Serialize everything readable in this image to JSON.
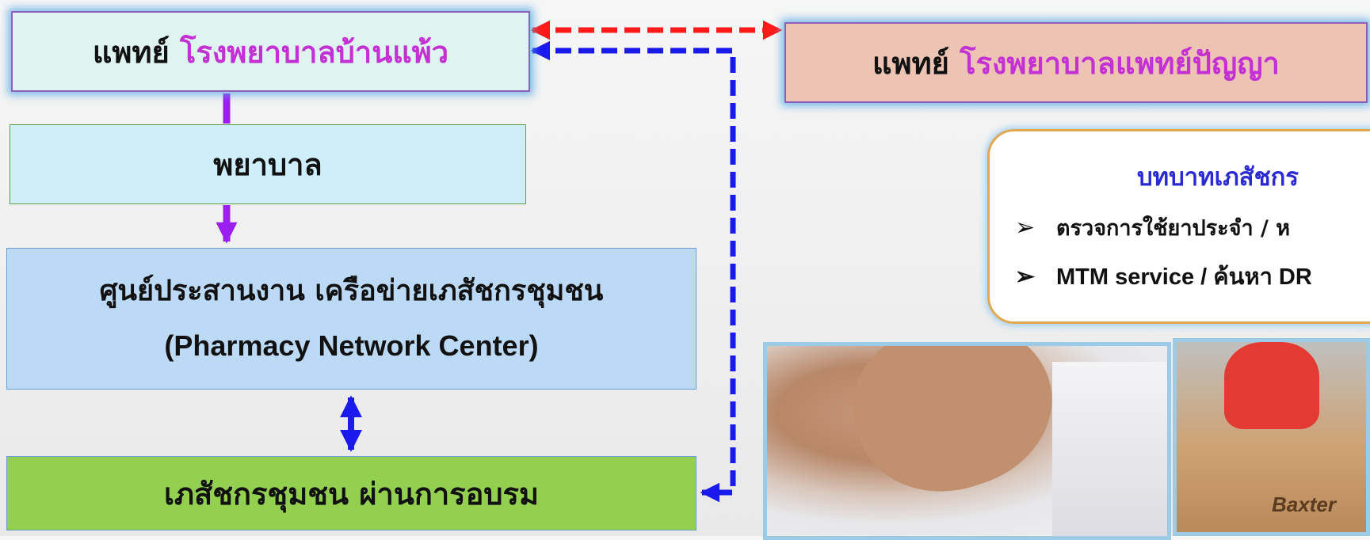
{
  "doctor_banpaeo": {
    "role": "แพทย์",
    "hospital": "โรงพยาบาลบ้านแพ้ว"
  },
  "nurse": {
    "label": "พยาบาล"
  },
  "center": {
    "label_th": "ศูนย์ประสานงาน เครือข่ายเภสัชกรชุมชน",
    "label_en": "(Pharmacy Network Center)"
  },
  "volunteer": {
    "label": "เภสัชกรชุมชน ผ่านการอบรม"
  },
  "doctor_paetpanya": {
    "role": "แพทย์",
    "hospital": "โรงพยาบาลแพทย์ปัญญา"
  },
  "pharmacist_role": {
    "title": "บทบาทเภสัชกร",
    "items": [
      "ตรวจการใช้ยาประจำ / ห",
      "MTM service / ค้นหา DR"
    ]
  },
  "colors": {
    "hospital_text": "#c330d4",
    "title_blue": "#2a2ad4",
    "arrow_red": "#ff1a1a",
    "arrow_blue": "#1a1aee",
    "arrow_purple": "#9b1ff0"
  },
  "icons": {
    "bullet": "arrow-bullet-icon"
  }
}
